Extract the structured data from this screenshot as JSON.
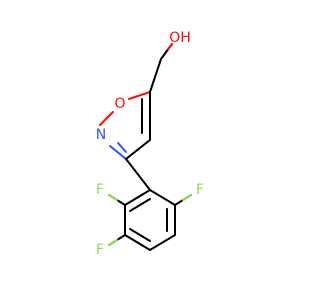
{
  "atoms": {
    "hydroxyl": "OH",
    "ring_oxygen": "O",
    "ring_nitrogen": "N",
    "fluorine_1": "F",
    "fluorine_2": "F",
    "fluorine_3": "F"
  },
  "colors": {
    "oxygen": "#ff0d0d",
    "nitrogen": "#3050f8",
    "fluorine": "#90e050",
    "carbon_bond": "#000000"
  }
}
